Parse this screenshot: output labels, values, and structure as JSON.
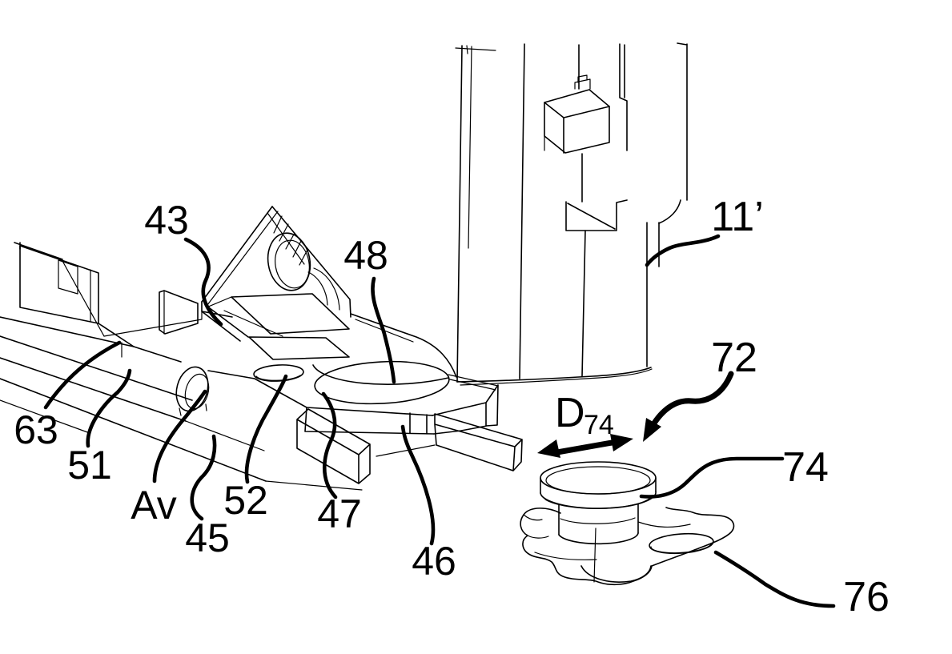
{
  "figure": {
    "background_color": "#ffffff",
    "line_color": "#000000"
  },
  "labels": {
    "ref_43": "43",
    "ref_48": "48",
    "ref_11_prime": "11’",
    "ref_72": "72",
    "ref_74": "74",
    "ref_76": "76",
    "ref_63": "63",
    "ref_51": "51",
    "ref_av": "Av",
    "ref_45": "45",
    "ref_52": "52",
    "ref_47": "47",
    "ref_46": "46",
    "dim_label": "D",
    "dim_subscript": "74"
  }
}
